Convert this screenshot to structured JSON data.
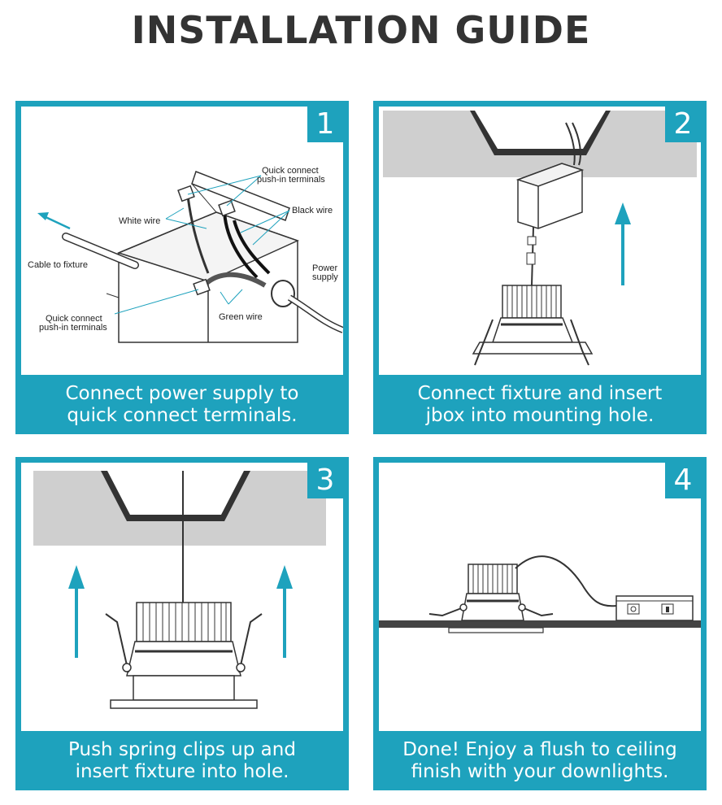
{
  "title": "INSTALLATION GUIDE",
  "colors": {
    "accent": "#1ea2bd",
    "ceiling": "#cfcfcf",
    "text": "#333333"
  },
  "steps": [
    {
      "number": "1",
      "caption_line1": "Connect power supply to",
      "caption_line2": "quick connect terminals.",
      "labels": {
        "quick_connect_top_1": "Quick connect",
        "quick_connect_top_2": "push-in terminals",
        "white_wire": "White wire",
        "black_wire": "Black wire",
        "cable_to_fixture": "Cable to fixture",
        "power_supply_1": "Power",
        "power_supply_2": "supply",
        "quick_connect_bottom_1": "Quick connect",
        "quick_connect_bottom_2": "push-in terminals",
        "green_wire": "Green wire"
      }
    },
    {
      "number": "2",
      "caption_line1": "Connect fixture and insert",
      "caption_line2": "jbox into mounting hole."
    },
    {
      "number": "3",
      "caption_line1": "Push spring clips up and",
      "caption_line2": "insert fixture into hole."
    },
    {
      "number": "4",
      "caption_line1": "Done! Enjoy a flush to ceiling",
      "caption_line2": "finish with your downlights."
    }
  ]
}
